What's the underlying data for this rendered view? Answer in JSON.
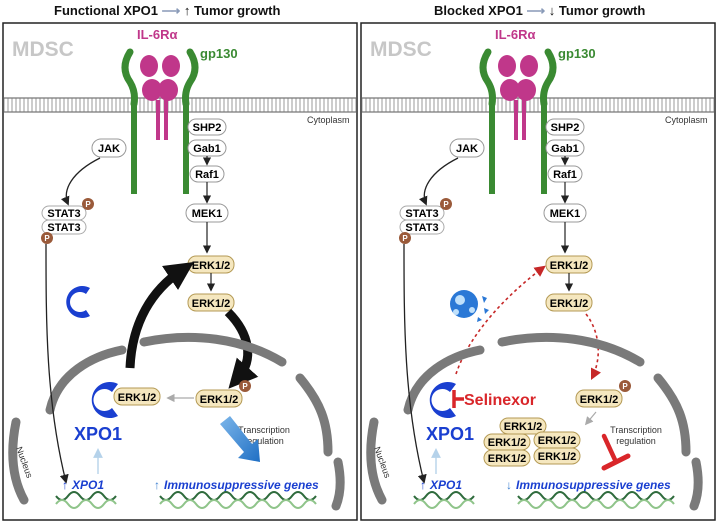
{
  "left_title": {
    "prefix": "Functional XPO1",
    "arrow": "↑",
    "suffix": "Tumor growth"
  },
  "right_title": {
    "prefix": "Blocked XPO1",
    "arrow": "↓",
    "suffix": "Tumor growth"
  },
  "labels": {
    "mdsc": "MDSC",
    "il6ra": "IL-6Rα",
    "gp130": "gp130",
    "cytoplasm": "Cytoplasm",
    "jak": "JAK",
    "shp2": "SHP2",
    "gab1": "Gab1",
    "raf1": "Raf1",
    "mek1": "MEK1",
    "erk": "ERK1/2",
    "stat3": "STAT3",
    "p": "P",
    "xpo1": "XPO1",
    "nucleus": "Nucleus",
    "transcription": "Transcription",
    "regulation": "regulation",
    "xpo1_gene": "XPO1",
    "immuno_genes": "Immunosuppressive genes",
    "selinexor": "Selinexor"
  },
  "colors": {
    "erk_fill": "#f5e7bf",
    "phospho": "#9a5a3a",
    "xpo1": "#1a3fd0",
    "il6ra": "#c0378a",
    "gp130": "#3a8a32",
    "selinexor": "#d9262a",
    "dna_a": "#2e6b3c",
    "dna_b": "#8fc48a",
    "nucleus": "#7a7a7a"
  }
}
